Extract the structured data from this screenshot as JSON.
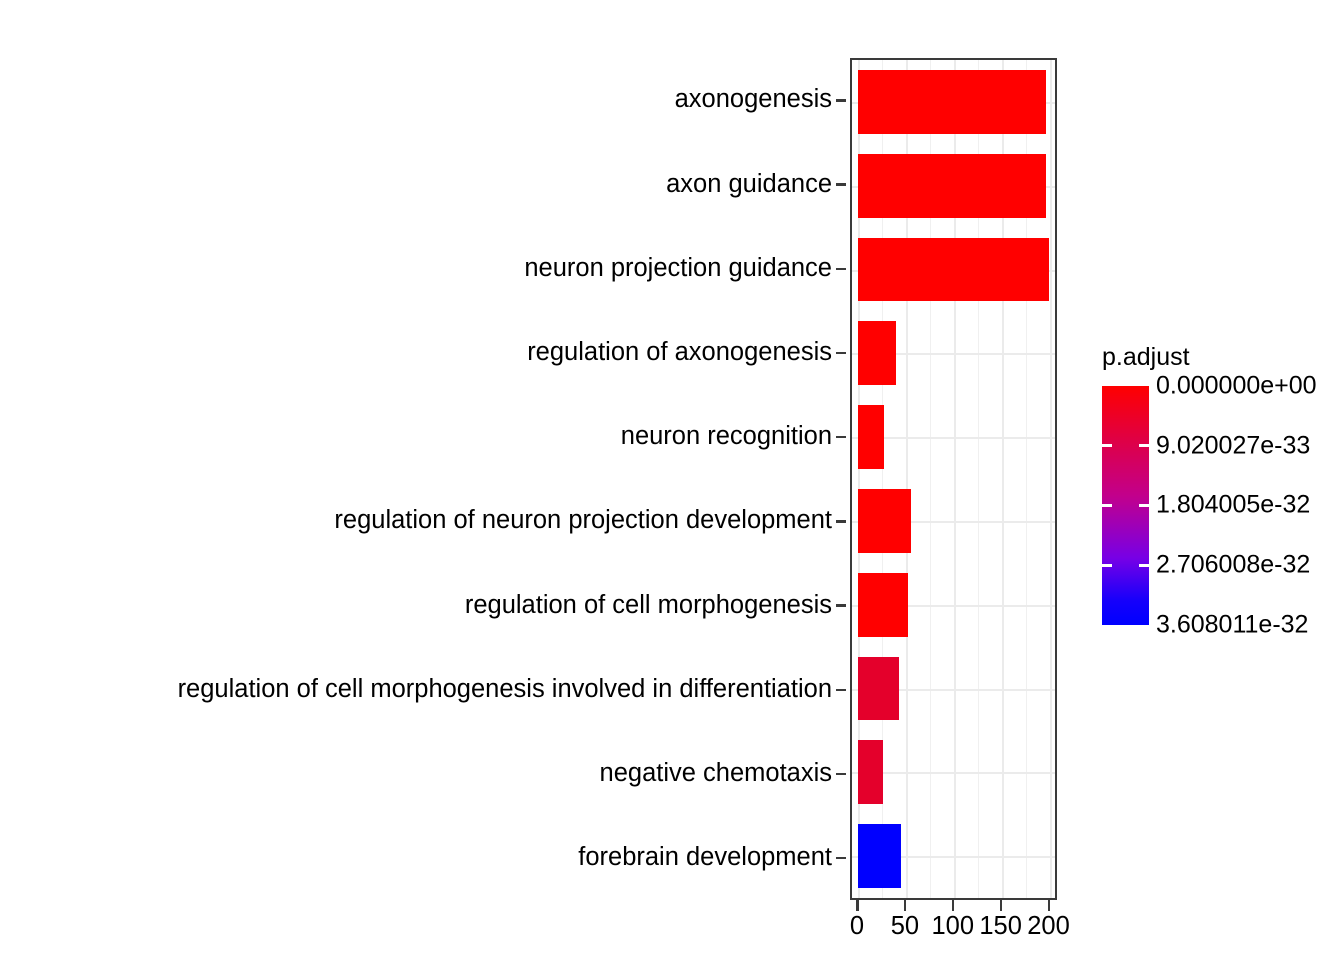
{
  "chart_data": {
    "type": "bar",
    "title": "",
    "xlabel": "",
    "ylabel": "",
    "orientation": "horizontal",
    "xlim": [
      0,
      212
    ],
    "xticks": [
      0,
      50,
      100,
      150,
      200
    ],
    "xticklabels": [
      "0",
      "50",
      "100",
      "150",
      "200"
    ],
    "grid": true,
    "grid_axis": "x",
    "categories": [
      "axonogenesis",
      "axon guidance",
      "neuron projection guidance",
      "regulation of axonogenesis",
      "neuron recognition",
      "regulation of neuron projection development",
      "regulation of cell morphogenesis",
      "regulation of cell morphogenesis involved in differentiation",
      "negative chemotaxis",
      "forebrain development"
    ],
    "values": [
      196,
      196,
      199,
      40,
      27,
      55,
      52,
      43,
      26,
      45
    ],
    "colors": [
      "#ff0000",
      "#ff0000",
      "#ff0000",
      "#ff0000",
      "#ff0000",
      "#ff0000",
      "#ff0000",
      "#e4002b",
      "#e4002b",
      "#0000ff"
    ],
    "color_values": [
      0.0,
      0.0,
      0.0,
      0.0,
      0.0,
      0.0,
      0.0,
      2.4e-33,
      2.4e-33,
      3.608011e-32
    ],
    "legend": {
      "title": "p.adjust",
      "position": "right",
      "labels": [
        "0.000000e+00",
        "9.020027e-33",
        "1.804005e-32",
        "2.706008e-32",
        "3.608011e-32"
      ],
      "values": [
        0.0,
        9.020027e-33,
        1.804005e-32,
        2.706008e-32,
        3.608011e-32
      ],
      "color_high": "#ff0000",
      "color_low": "#0000ff",
      "gradient_stops": [
        "#ff0000",
        "#e00043",
        "#c2008c",
        "#7700e6",
        "#0000ff"
      ]
    }
  },
  "axes": {
    "y_categories": [
      "axonogenesis",
      "axon guidance",
      "neuron projection guidance",
      "regulation of axonogenesis",
      "neuron recognition",
      "regulation of neuron projection development",
      "regulation of cell morphogenesis",
      "regulation of cell morphogenesis involved in differentiation",
      "negative chemotaxis",
      "forebrain development"
    ],
    "x_tick_labels": [
      "0",
      "50",
      "100",
      "150",
      "200"
    ]
  },
  "legend_panel": {
    "title": "p.adjust",
    "labels": [
      "0.000000e+00",
      "9.020027e-33",
      "1.804005e-32",
      "2.706008e-32",
      "3.608011e-32"
    ]
  },
  "theme": {
    "panel_background": "#ffffff",
    "grid_color": "#ebebeb",
    "axis_color": "#3a3a3a",
    "text_color": "#000000"
  }
}
